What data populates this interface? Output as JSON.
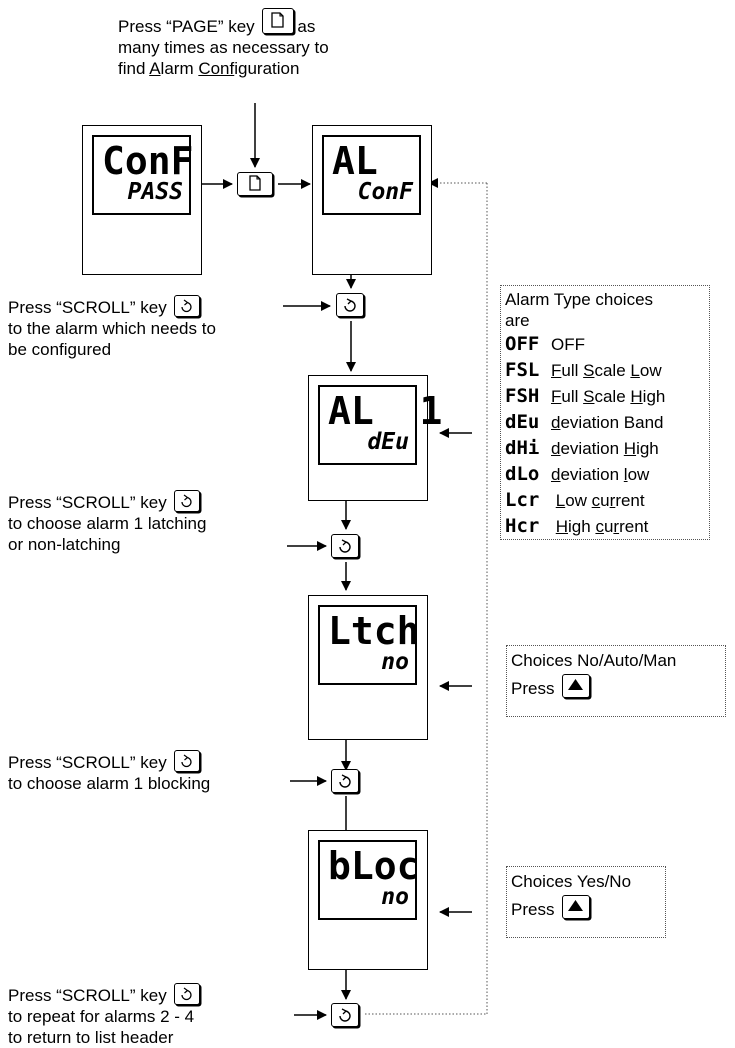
{
  "intro": {
    "line1_pre": "Press “PAGE” key",
    "line1_post": "as",
    "line2": "many times as necessary to",
    "line3_pre": "find ",
    "line3_A": "A",
    "line3_lar": "larm ",
    "line3_Conf": "Conf",
    "line3_post": "iguration"
  },
  "panels": [
    {
      "top": "ConF",
      "bottom": "PASS"
    },
    {
      "top": "AL",
      "bottom": "ConF"
    },
    {
      "top": "AL  1",
      "bottom": "dEu"
    },
    {
      "top": "Ltch",
      "bottom": "no"
    },
    {
      "top": "bLoc",
      "bottom": "no"
    }
  ],
  "instructions": {
    "scroll1": [
      "Press “SCROLL” key",
      "to the alarm which needs to",
      "be configured"
    ],
    "scroll2": [
      "Press “SCROLL” key",
      "to choose alarm 1 latching",
      "or non-latching"
    ],
    "scroll3": [
      "Press “SCROLL” key",
      "to choose alarm 1 blocking"
    ],
    "scroll4": [
      "Press “SCROLL” key",
      "to repeat for alarms 2 - 4",
      "to return to list header"
    ]
  },
  "alarm_types": {
    "header1": "Alarm Type choices",
    "header2": "are",
    "items": [
      {
        "code": "OFF",
        "label": "OFF"
      },
      {
        "code": "FSL",
        "label": "Full Scale Low"
      },
      {
        "code": "FSH",
        "label": "Full Scale High"
      },
      {
        "code": "dEu",
        "label": "deviation Band"
      },
      {
        "code": "dHi",
        "label": "deviation High"
      },
      {
        "code": "dLo",
        "label": "deviation low"
      },
      {
        "code": "Lcr",
        "label": "Low current"
      },
      {
        "code": "Hcr",
        "label": "High current"
      }
    ]
  },
  "latch_box": {
    "line1": "Choices No/Auto/Man",
    "line2": "Press"
  },
  "block_box": {
    "line1": "Choices Yes/No",
    "line2": "Press"
  },
  "icons": {
    "page_key": "page-icon",
    "scroll_key": "scroll-icon",
    "up_key": "up-arrow-icon"
  }
}
